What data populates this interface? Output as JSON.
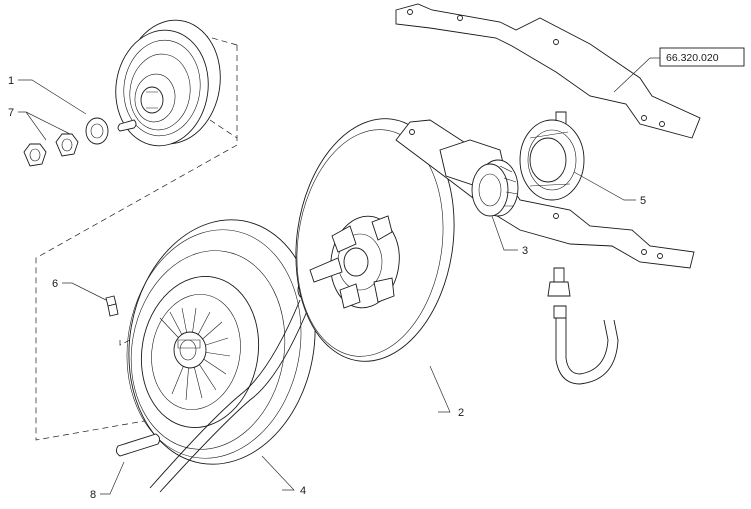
{
  "reference_box": "66.320.020",
  "callouts": {
    "c1": "1",
    "c2": "2",
    "c3": "3",
    "c4": "4",
    "c5": "5",
    "c6": "6",
    "c7": "7",
    "c8": "8"
  },
  "colors": {
    "line": "#1a1a1a",
    "background": "#ffffff"
  }
}
